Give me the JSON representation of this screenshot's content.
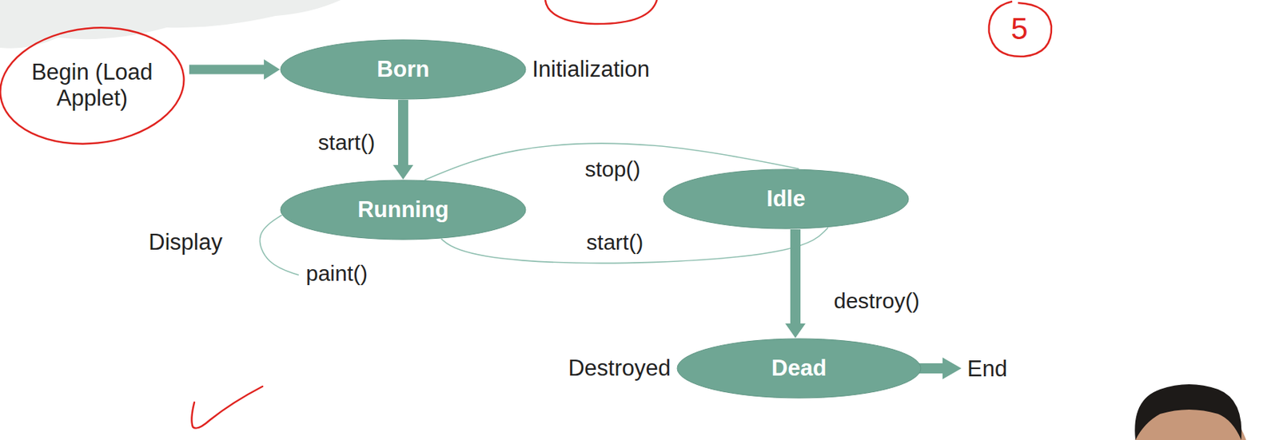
{
  "diagram": {
    "nodes": [
      {
        "text": [
          "Begin (Load Applet)"
        ]
      },
      {
        "text": [
          "Born",
          "Initialization"
        ]
      },
      {
        "text": [
          "Running"
        ]
      },
      {
        "text": [
          "Idle"
        ]
      },
      {
        "text": [
          "Dead",
          "Destroyed"
        ]
      }
    ],
    "edges": [
      {
        "from": 0,
        "to": 1,
        "arrow": "to"
      },
      {
        "from": 1,
        "to": 2,
        "label": "start()",
        "arrow": "to"
      },
      {
        "from": 2,
        "to": 3,
        "label": "stop()",
        "arrow": "none"
      },
      {
        "from": 3,
        "to": 2,
        "label": "start()",
        "arrow": "none"
      },
      {
        "from": 2,
        "to": 2,
        "label": "paint()",
        "arrow": "none"
      },
      {
        "from": 3,
        "to": 4,
        "label": "destroy()",
        "arrow": "to"
      }
    ],
    "labels": [
      "Display",
      "End",
      "5"
    ]
  }
}
